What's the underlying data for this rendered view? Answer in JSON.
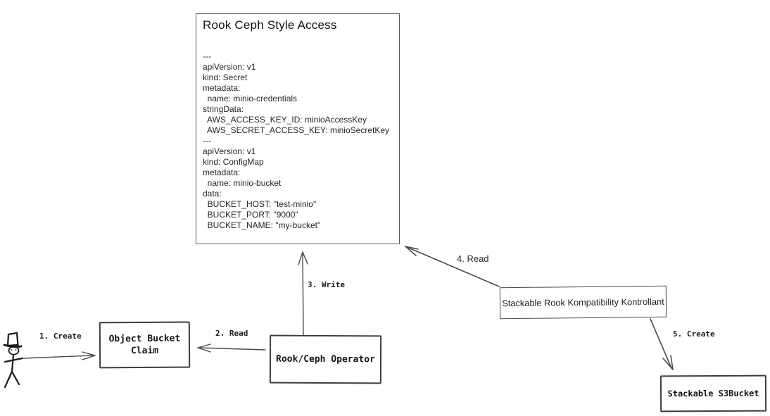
{
  "colors": {
    "background": "#ffffff",
    "line": "#4a4a4a",
    "text": "#1c1c1c"
  },
  "diagram": {
    "nodes": {
      "rook_ceph_style_access": {
        "title": "Rook Ceph Style Access",
        "yaml_lines": [
          "---",
          "apiVersion: v1",
          "kind: Secret",
          "metadata:",
          "  name: minio-credentials",
          "stringData:",
          "  AWS_ACCESS_KEY_ID: minioAccessKey",
          "  AWS_SECRET_ACCESS_KEY: minioSecretKey",
          "---",
          "apiVersion: v1",
          "kind: ConfigMap",
          "metadata:",
          "  name: minio-bucket",
          "data:",
          "  BUCKET_HOST: \"test-minio\"",
          "  BUCKET_PORT: \"9000\"",
          "  BUCKET_NAME: \"my-bucket\""
        ]
      },
      "object_bucket_claim": {
        "label": "Object Bucket Claim"
      },
      "rook_ceph_operator": {
        "label": "Rook/Ceph Operator"
      },
      "stackable_rook_kompatibility_kontrollant": {
        "label": "Stackable Rook Kompatibility Kontrollant"
      },
      "stackable_s3bucket": {
        "label": "Stackable S3Bucket"
      }
    },
    "edges": [
      {
        "label": "1. Create",
        "from": "user",
        "to": "object_bucket_claim"
      },
      {
        "label": "2. Read",
        "from": "rook_ceph_operator",
        "to": "object_bucket_claim"
      },
      {
        "label": "3. Write",
        "from": "rook_ceph_operator",
        "to": "rook_ceph_style_access"
      },
      {
        "label": "4. Read",
        "from": "stackable_rook_kompatibility_kontrollant",
        "to": "rook_ceph_style_access"
      },
      {
        "label": "5. Create",
        "from": "stackable_rook_kompatibility_kontrollant",
        "to": "stackable_s3bucket"
      }
    ]
  }
}
